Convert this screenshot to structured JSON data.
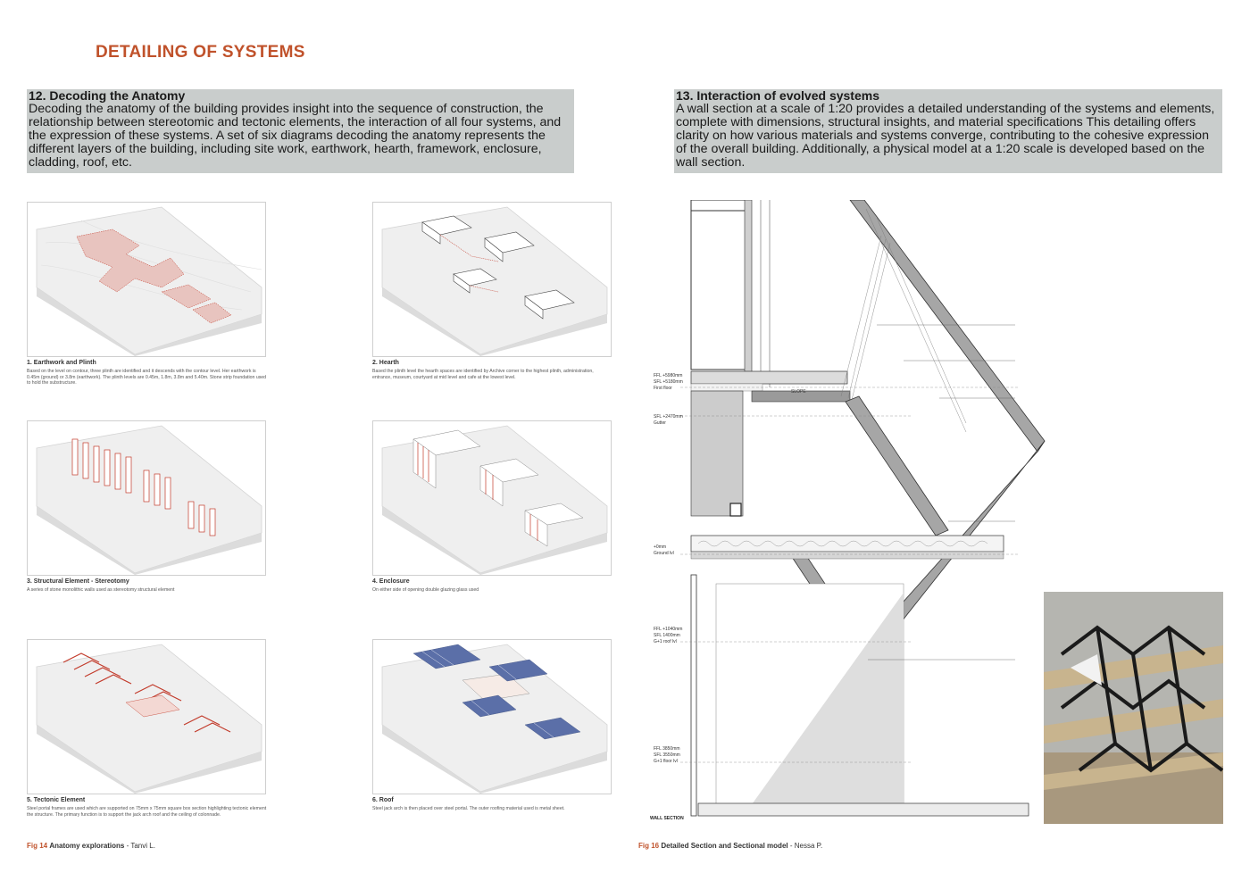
{
  "page": {
    "title": "DETAILING OF SYSTEMS"
  },
  "left_section": {
    "heading": "12. Decoding the Anatomy",
    "body": "Decoding the anatomy of the building provides insight into the sequence of construction, the relationship between stereotomic and tectonic elements, the interaction of all four systems, and the expression of these systems. A set of six diagrams decoding the anatomy represents the different layers of the building, including site work, earthwork, hearth, framework, enclosure, cladding, roof, etc.",
    "diagrams": [
      {
        "title": "1. Earthwork and Plinth",
        "caption": "Based on the level on contour, three plinth are identified and it descends with the contour level. Her earthwork is 0.45m (ground) or 3.8m (earthwork). The plinth levels are 0.45m, 1.8m, 3.8m and 5.40m. Stone strip foundation used to hold the substructure."
      },
      {
        "title": "2. Hearth",
        "caption": "Based the plinth level the hearth spaces are identified by Archive corner to the highest plinth, administration, entrance, museum, courtyard at mid level and cafe at the lowest level."
      },
      {
        "title": "3. Structural Element - Stereotomy",
        "caption": "A series of stone monolithic walls used as stereotomy structural element"
      },
      {
        "title": "4. Enclosure",
        "caption": "On either side of opening double glazing glass used"
      },
      {
        "title": "5. Tectonic Element",
        "caption": "Steel portal frames are used which are supported on 75mm x 75mm square box section highlighting tectonic element the structure. The primary function is to support the jack arch roof and the ceiling of colonnade."
      },
      {
        "title": "6. Roof",
        "caption": "Steel jack arch is then placed over steel portal. The outer roofing material used is metal sheet."
      }
    ],
    "figure_caption": {
      "num": "Fig 14",
      "title": "Anatomy explorations",
      "author": " - Tanvi L."
    }
  },
  "right_section": {
    "heading": "13. Interaction of evolved systems",
    "body": "A wall section at a scale of 1:20 provides a detailed understanding of the systems and elements, complete with dimensions, structural insights, and material specifications This detailing offers clarity on how various materials and systems converge, contributing to the cohesive expression of the overall building. Additionally, a physical model at a 1:20 scale is developed based on the wall section.",
    "section_label": "WALL SECTION",
    "level_labels": [
      {
        "a": "FFL +5980mm",
        "b": "SFL +5180mm",
        "c": "First floor"
      },
      {
        "a": "SFL +2470mm",
        "b": "Gutter",
        "c": ""
      },
      {
        "a": "+0mm",
        "b": "Ground lvl",
        "c": ""
      },
      {
        "a": "FFL +1040mm",
        "b": "SFL 1400mm",
        "c": "G+1 roof lvl"
      },
      {
        "a": "FFL 3850mm",
        "b": "SFL 3550mm",
        "c": "G+1 floor lvl"
      }
    ],
    "slope_label": "SLOPE",
    "figure_caption": {
      "num": "Fig 16",
      "title": "Detailed Section and Sectional model",
      "author": " - Nessa P."
    }
  },
  "colors": {
    "accent": "#c0522b",
    "box": "#c9cdcc",
    "plinth": "#e8c4bf",
    "red_line": "#c23a2a",
    "roof_blue": "#5b6fa8"
  }
}
